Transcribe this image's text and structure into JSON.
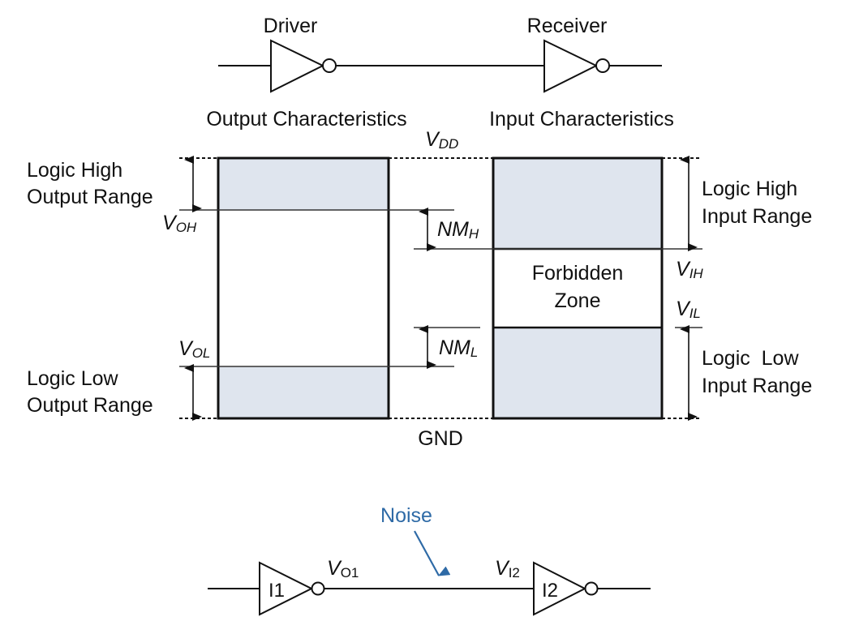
{
  "top_circuit": {
    "driver_label": "Driver",
    "receiver_label": "Receiver"
  },
  "headings": {
    "output_characteristics": "Output Characteristics",
    "input_characteristics": "Input Characteristics"
  },
  "rails": {
    "vdd": {
      "main": "V",
      "sub": "DD"
    },
    "gnd": "GND"
  },
  "output_side": {
    "high_range_label": [
      "Logic High",
      "Output Range"
    ],
    "low_range_label": [
      "Logic Low",
      "Output Range"
    ],
    "voh": {
      "main": "V",
      "sub": "OH"
    },
    "vol": {
      "main": "V",
      "sub": "OL"
    }
  },
  "input_side": {
    "high_range_label": [
      "Logic High",
      "Input Range"
    ],
    "low_range_label": [
      "Logic  Low",
      "Input Range"
    ],
    "forbidden_zone": [
      "Forbidden",
      "Zone"
    ],
    "vih": {
      "main": "V",
      "sub": "IH"
    },
    "vil": {
      "main": "V",
      "sub": "IL"
    }
  },
  "noise_margins": {
    "high": {
      "main": "NM",
      "sub": "H"
    },
    "low": {
      "main": "NM",
      "sub": "L"
    }
  },
  "bottom_circuit": {
    "gate1_label": "I1",
    "gate2_label": "I2",
    "vo1": {
      "main": "V",
      "sub": "O1"
    },
    "vi2": {
      "main": "V",
      "sub": "I2"
    },
    "noise_label": "Noise",
    "noise_color": "#2e6aa6"
  },
  "colors": {
    "range_fill": "#dfe5ee",
    "line": "#111111"
  }
}
